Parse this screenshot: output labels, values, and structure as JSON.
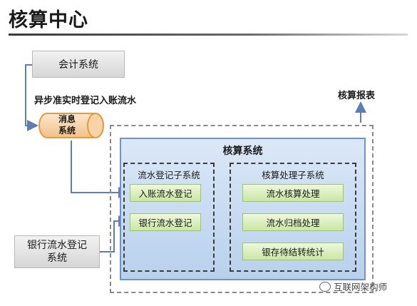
{
  "title": "核算中心",
  "nodes": {
    "accounting_system": "会计系统",
    "async_label": "异步准实时登记入账流水",
    "message_system": "消息\n系统",
    "core_system": "核算系统",
    "flow_subsystem": "流水登记子系统",
    "entry_flow_register": "入账流水登记",
    "bank_flow_register": "银行流水登记",
    "process_subsystem": "核算处理子系统",
    "flow_accounting": "流水核算处理",
    "flow_archive": "流水归档处理",
    "bank_pending_stats": "银存待结转统计",
    "bank_flow_system": "银行流水登记\n系统",
    "report": "核算报表"
  },
  "watermark": "互联网架构师",
  "colors": {
    "arrow": "#5b7fb4",
    "arrow_red": "#c0394b",
    "core_fill": "#c9dcf1",
    "green_box": "#d6edb8",
    "message_fill": "#f7d9b5",
    "message_border": "#e59a3c"
  }
}
